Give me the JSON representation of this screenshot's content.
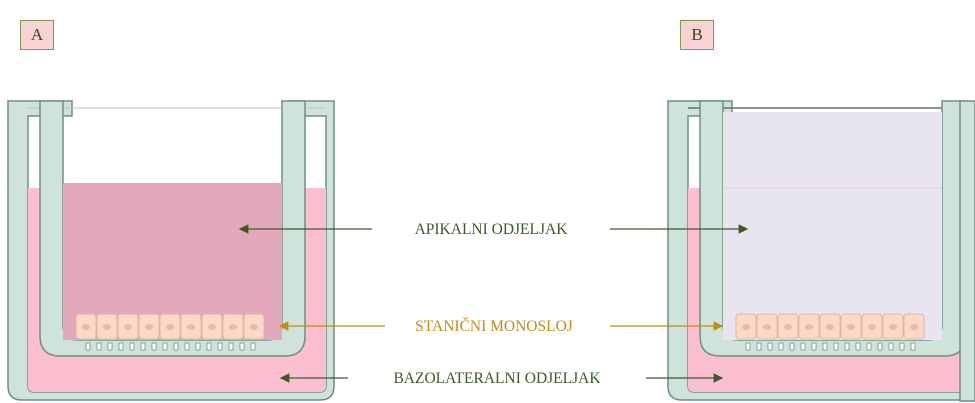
{
  "panels": {
    "a": "A",
    "b": "B"
  },
  "labels": {
    "apical": "APIKALNI ODJELJAK",
    "monolayer": "STANIČNI MONOSLOJ",
    "basolateral": "BAZOLATERALNI ODJELJAK"
  },
  "colors": {
    "green_text": "#3d5a26",
    "gold_text": "#c48a16",
    "medium": "#fbbfd0",
    "apical_medium_a": "#e3a8bb",
    "apical_medium_b": "#e8e5f0",
    "plastic": "#cfe3dc",
    "plastic_edge": "#6f8f82",
    "cell": "#fbd9c9",
    "cell_edge": "#e7b49f"
  }
}
